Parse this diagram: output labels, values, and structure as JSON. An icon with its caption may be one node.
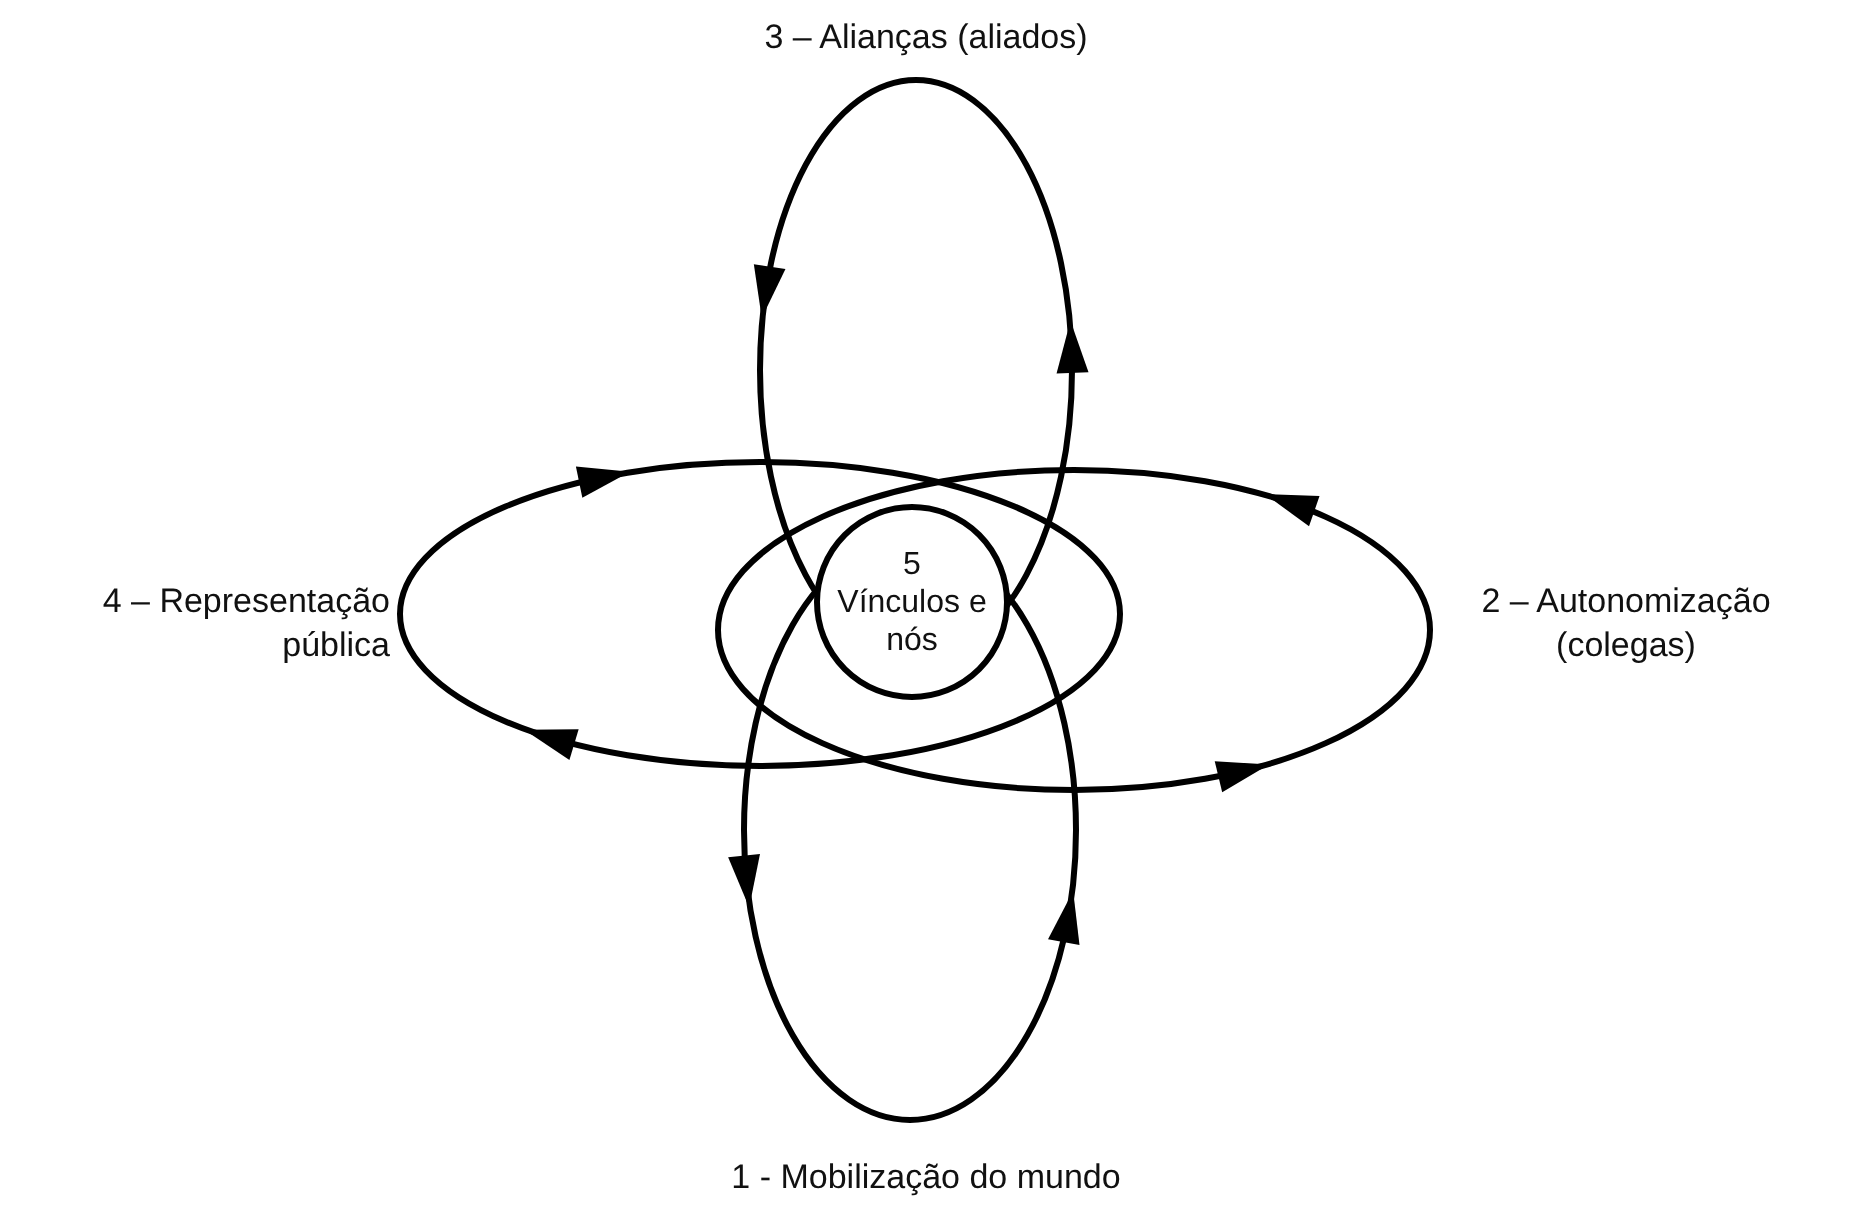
{
  "diagram": {
    "nodes": [
      {
        "text": [
          "5",
          "Vínculos e nós"
        ]
      }
    ],
    "labels": [
      "3 – Alianças (aliados)",
      "4 – Representação pública",
      "2 – Autonomização (colegas)",
      "1 - Mobilização do mundo"
    ]
  }
}
